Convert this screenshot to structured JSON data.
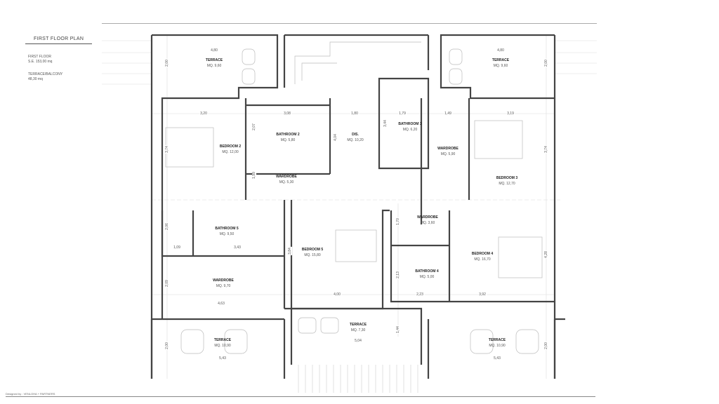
{
  "header": {
    "title": "FIRST FLOOR PLAN",
    "info": [
      {
        "label": "FIRST FLOOR",
        "value": "S.E. 153,00 mq"
      },
      {
        "label": "TERRACE/BALCONY",
        "value": "48,30 mq"
      }
    ]
  },
  "footer": {
    "designed_by": "Designed by : VENLOHA + PARTNERS"
  },
  "rooms": [
    {
      "name": "TERRACE",
      "area": "MQ. 9,60"
    },
    {
      "name": "TERRACE",
      "area": "MQ. 9,60"
    },
    {
      "name": "BEDROOM 2",
      "area": "MQ. 12,00"
    },
    {
      "name": "BATHROOM 2",
      "area": "MQ. 5,80"
    },
    {
      "name": "WARDROBE",
      "area": "MQ. 5,30"
    },
    {
      "name": "DIS.",
      "area": "MQ. 10,20"
    },
    {
      "name": "BATHROOM 3",
      "area": "MQ. 6,20"
    },
    {
      "name": "WARDROBE",
      "area": "MQ. 5,90"
    },
    {
      "name": "BEDROOM 3",
      "area": "MQ. 12,70"
    },
    {
      "name": "BATHROOM 5",
      "area": "MQ. 9,50"
    },
    {
      "name": "BEDROOM 5",
      "area": "MQ. 15,80"
    },
    {
      "name": "WARDROBE",
      "area": "MQ. 3,60"
    },
    {
      "name": "BATHROOM 4",
      "area": "MQ. 5,00"
    },
    {
      "name": "BEDROOM 4",
      "area": "MQ. 16,70"
    },
    {
      "name": "WARDROBE",
      "area": "MQ. 9,70"
    },
    {
      "name": "TERRACE",
      "area": "MQ. 7,30"
    },
    {
      "name": "TERRACE",
      "area": "MQ. 10,90"
    },
    {
      "name": "TERRACE",
      "area": "MQ. 10,90"
    }
  ],
  "dims": [
    "4,80",
    "2,00",
    "4,80",
    "2,00",
    "3,20",
    "3,74",
    "3,08",
    "2,07",
    "1,99",
    "1,80",
    "4,04",
    "1,79",
    "3,44",
    "1,49",
    "3,19",
    "3,74",
    "2,06",
    "1,09",
    "3,43",
    "3,84",
    "4,00",
    "1,70",
    "2,13",
    "2,23",
    "4,28",
    "3,92",
    "2,09",
    "4,63",
    "5,04",
    "1,44",
    "2,00",
    "5,43",
    "2,00",
    "5,43"
  ]
}
